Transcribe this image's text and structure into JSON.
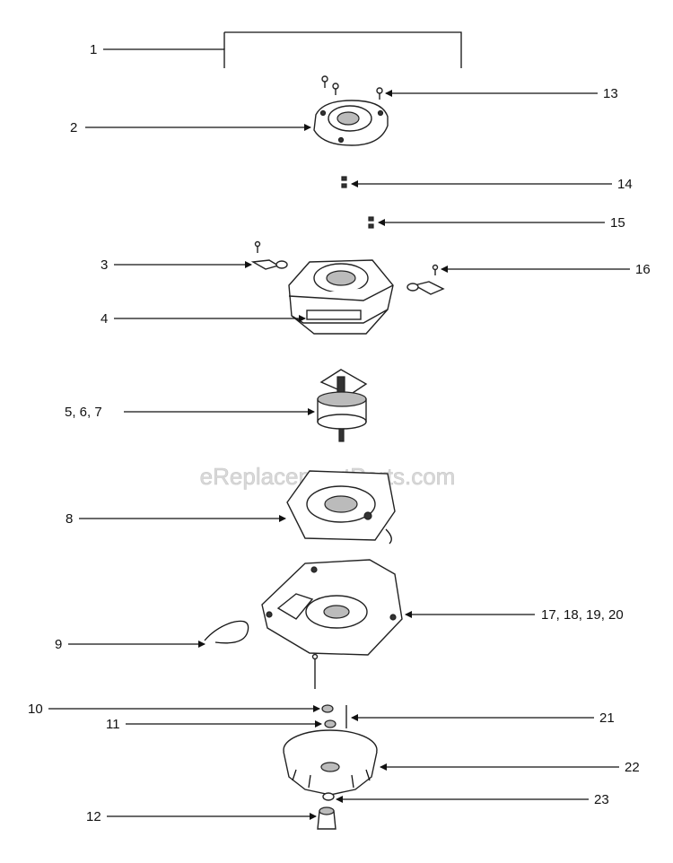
{
  "watermark": "eReplacementParts.com",
  "callouts": {
    "c1": "1",
    "c2": "2",
    "c3": "3",
    "c4": "4",
    "c5": "5, 6, 7",
    "c8": "8",
    "c9": "9",
    "c10": "10",
    "c11": "11",
    "c12": "12",
    "c13": "13",
    "c14": "14",
    "c15": "15",
    "c16": "16",
    "c17": "17, 18, 19, 20",
    "c21": "21",
    "c22": "22",
    "c23": "23"
  }
}
